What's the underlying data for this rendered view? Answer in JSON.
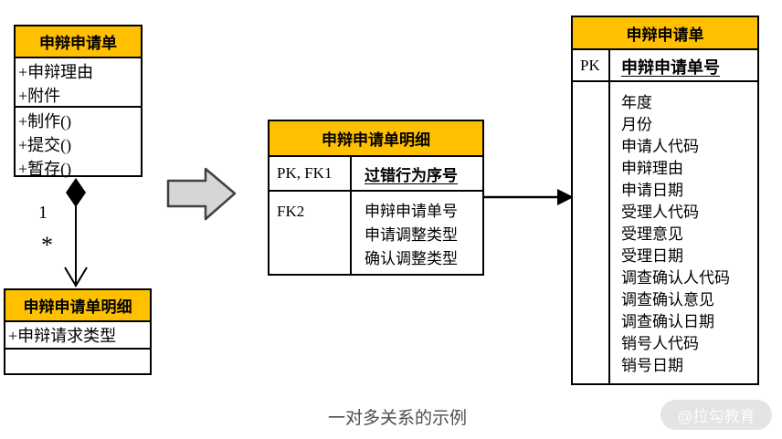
{
  "uml_class": {
    "title": "申辩申请单",
    "attributes": [
      "+申辩理由",
      "+附件"
    ],
    "methods": [
      "+制作()",
      "+提交()",
      "+暂存()"
    ]
  },
  "relationship": {
    "parent_multiplicity": "1",
    "child_multiplicity": "*"
  },
  "uml_detail_class": {
    "title": "申辩申请单明细",
    "attributes": [
      "+申辩请求类型"
    ]
  },
  "detail_table": {
    "title": "申辩申请单明细",
    "pk_keys": "PK, FK1",
    "pk_field": "过错行为序号",
    "fk_keys": "FK2",
    "fk_fields": [
      "申辩申请单号",
      "申请调整类型",
      "确认调整类型"
    ]
  },
  "main_table": {
    "title": "申辩申请单",
    "pk_label": "PK",
    "pk_field": "申辩申请单号",
    "fields": [
      "年度",
      "月份",
      "申请人代码",
      "申辩理由",
      "申请日期",
      "受理人代码",
      "受理意见",
      "受理日期",
      "调查确认人代码",
      "调查确认意见",
      "调查确认日期",
      "销号人代码",
      "销号日期"
    ]
  },
  "caption": "一对多关系的示例",
  "watermark": "@拉勾教育",
  "colors": {
    "header_fill": "#FFC000",
    "border": "#000000",
    "transform_arrow_fill": "#D6D6D6",
    "transform_arrow_stroke": "#404040",
    "caption_text": "#4D4D4D"
  }
}
